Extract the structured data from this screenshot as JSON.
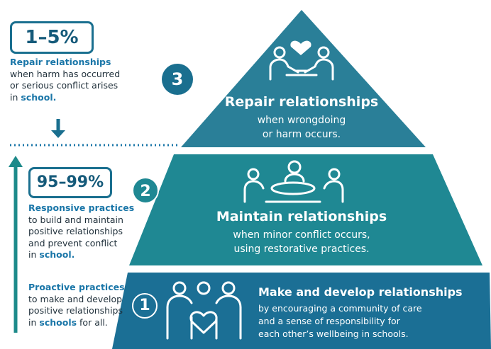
{
  "left_panel": {
    "tier3_percent": "1–5%",
    "tier3_heading": "Repair relationships",
    "tier3_line1": "when harm has occurred",
    "tier3_line2": "or serious conflict arises",
    "tier3_in": "in",
    "tier3_school": "school.",
    "tier2_percent": "95–99%",
    "responsive_heading": "Responsive practices",
    "responsive_line1": "to build and maintain",
    "responsive_line2": "positive relationships",
    "responsive_line3": "and prevent conflict",
    "responsive_in": "in",
    "responsive_school": "school.",
    "proactive_heading": "Proactive practices",
    "proactive_line1": "to make and develop",
    "proactive_line2": "positive relationships",
    "proactive_in": "in",
    "proactive_schools": "schools",
    "proactive_tail": "for all."
  },
  "tiers": {
    "tier3": {
      "number": "3",
      "title": "Repair relationships",
      "line1": "when wrongdoing",
      "line2": "or harm occurs.",
      "icon": "handshake-heart-icon"
    },
    "tier2": {
      "number": "2",
      "title": "Maintain relationships",
      "line1": "when minor conflict occurs,",
      "line2": "using restorative practices.",
      "icon": "people-around-table-icon"
    },
    "tier1": {
      "number": "1",
      "title": "Make and develop relationships",
      "line1": "by encouraging a community of care",
      "line2": "and a sense of responsibility for",
      "line3": "each other’s wellbeing in schools.",
      "icon": "group-heart-icon"
    }
  },
  "colors": {
    "tier3": "#2a7f98",
    "tier2": "#1f8893",
    "tier1": "#1b6f95",
    "accent": "#1a76a8",
    "dark_accent": "#155a7a"
  }
}
